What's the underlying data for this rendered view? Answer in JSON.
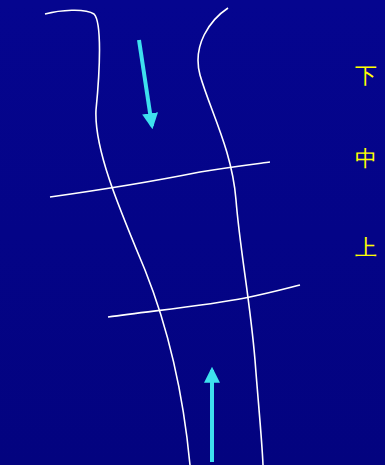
{
  "diagram": {
    "labels": [
      "下",
      "中",
      "上"
    ]
  }
}
